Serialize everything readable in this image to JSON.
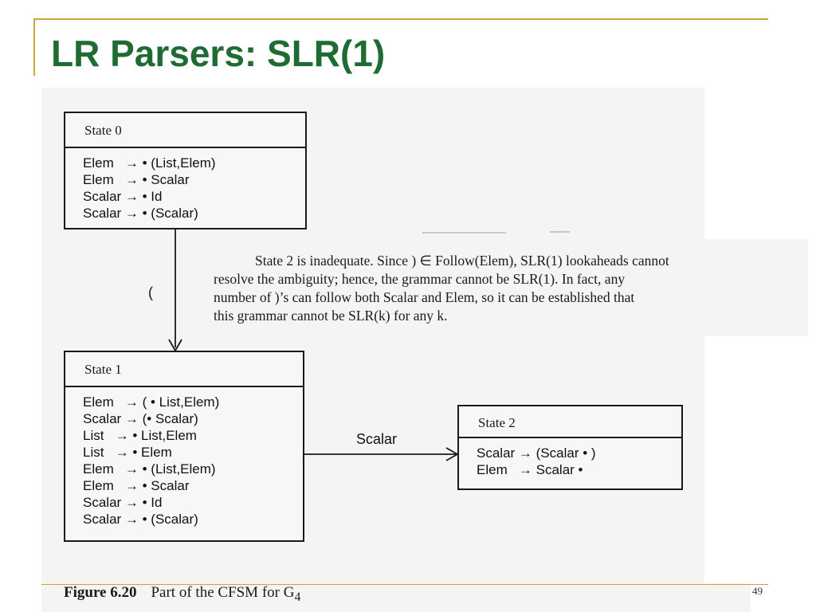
{
  "slide": {
    "title": "LR Parsers: SLR(1)",
    "page_number": "49",
    "colors": {
      "title": "#1e6b33",
      "accent_line": "#c9a53a"
    }
  },
  "figure": {
    "states": [
      {
        "title": "State 0",
        "items": [
          "Elem   → • (List,Elem)",
          "Elem   → • Scalar",
          "Scalar → • Id",
          "Scalar → • (Scalar)"
        ]
      },
      {
        "title": "State 1",
        "items": [
          "Elem   → ( • List,Elem)",
          "Scalar → (• Scalar)",
          "List   → • List,Elem",
          "List   → • Elem",
          "Elem   → • (List,Elem)",
          "Elem   → • Scalar",
          "Scalar → • Id",
          "Scalar → • (Scalar)"
        ]
      },
      {
        "title": "State 2",
        "items": [
          "Scalar → (Scalar • )",
          "Elem   → Scalar •"
        ]
      }
    ],
    "transitions": [
      {
        "from": "State 0",
        "to": "State 1",
        "label": "("
      },
      {
        "from": "State 1",
        "to": "State 2",
        "label": "Scalar"
      }
    ],
    "note": {
      "lines": [
        "State 2 is inadequate.  Since ) ∈ Follow(Elem), SLR(1) lookaheads cannot",
        "resolve the ambiguity; hence, the grammar cannot be SLR(1).  In fact, any",
        "number of )’s can follow both Scalar and Elem, so it can be established that",
        "this grammar cannot be SLR(k) for any  k."
      ]
    },
    "caption": {
      "label": "Figure 6.20",
      "text": "Part of the CFSM for G",
      "subscript": "4"
    }
  }
}
